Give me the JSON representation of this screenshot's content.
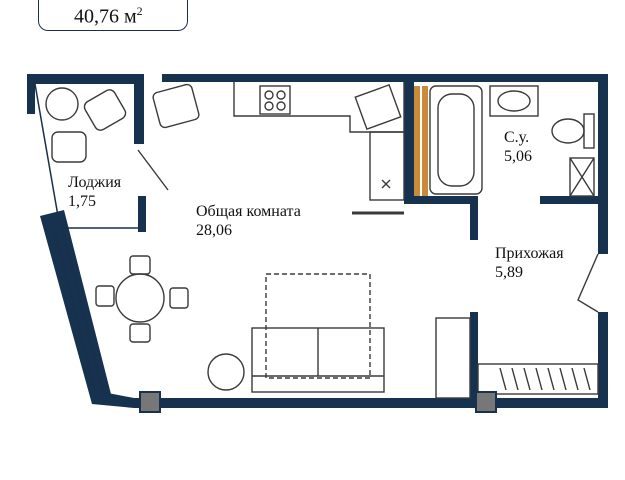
{
  "total_area": {
    "value": "40,76",
    "unit": "м",
    "unit_exp": "2"
  },
  "rooms": [
    {
      "name": "Лоджия",
      "area": "1,75"
    },
    {
      "name": "Общая комната",
      "area": "28,06"
    },
    {
      "name": "С.у.",
      "area": "5,06"
    },
    {
      "name": "Прихожая",
      "area": "5,89"
    }
  ],
  "colors": {
    "wall": "#1a2f4a",
    "wall_fill": "#16324f",
    "furniture": "#3a3a3a"
  }
}
